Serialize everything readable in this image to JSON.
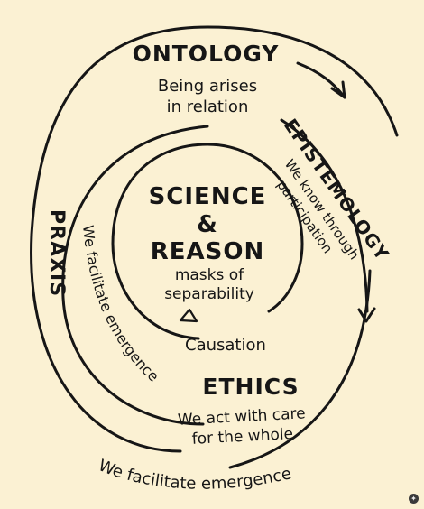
{
  "center": {
    "line1": "SCIENCE",
    "line2": "&",
    "line3": "REASON",
    "sub1": "masks of",
    "sub2": "separability"
  },
  "ontology": {
    "title": "ONTOLOGY",
    "sub1": "Being arises",
    "sub2": "in relation"
  },
  "epistemology": {
    "title": "EPISTEMOLOGY",
    "sub1": "We know through",
    "sub2": "participation"
  },
  "praxis": {
    "title": "PRAXIS",
    "sub": "We facilitate emergence"
  },
  "causation": "Causation",
  "ethics": {
    "title": "ETHICS",
    "sub1": "We act with care",
    "sub2": "for the whole"
  },
  "outer_caption": "We facilitate emergence",
  "icons": [
    "triangle-marker-icon",
    "arrowhead-icon",
    "sparkle-icon"
  ],
  "colors": {
    "background": "#fbf1d3",
    "ink": "#161616"
  }
}
